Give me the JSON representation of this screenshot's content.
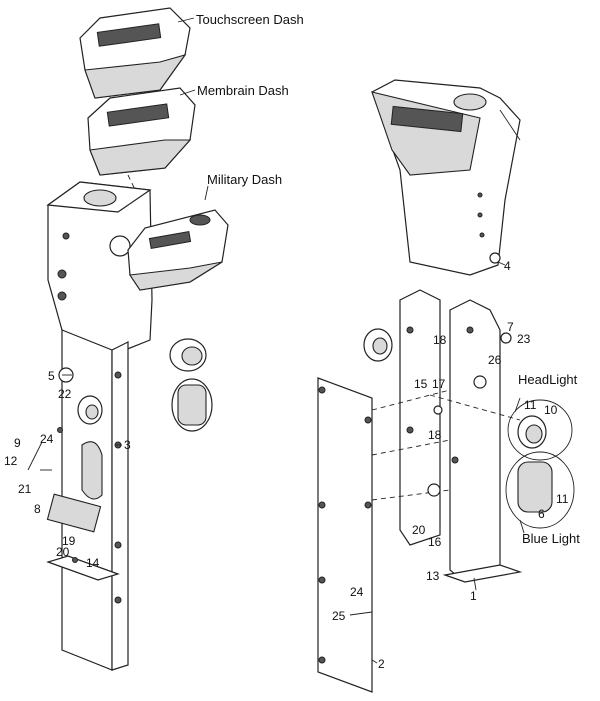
{
  "labels": {
    "touchscreen_dash": "Touchscreen Dash",
    "membrain_dash": "Membrain Dash",
    "military_dash": "Military Dash",
    "headlight": "HeadLight",
    "blue_light": "Blue Light"
  },
  "callouts": {
    "c1": "1",
    "c2": "2",
    "c3": "3",
    "c4": "4",
    "c5": "5",
    "c6": "6",
    "c7": "7",
    "c8": "8",
    "c9": "9",
    "c10": "10",
    "c11a": "11",
    "c11b": "11",
    "c12": "12",
    "c13": "13",
    "c14": "14",
    "c15": "15",
    "c16": "16",
    "c17": "17",
    "c18a": "18",
    "c18b": "18",
    "c19": "19",
    "c20a": "20",
    "c20b": "20",
    "c21": "21",
    "c22": "22",
    "c23": "23",
    "c24a": "24",
    "c24b": "24",
    "c25": "25",
    "c26": "26"
  }
}
